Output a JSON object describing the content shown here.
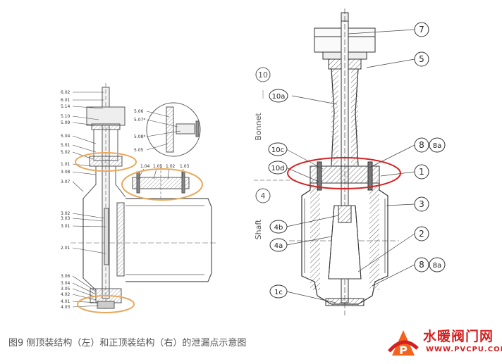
{
  "caption": "图9  侧顶装结构（左）和正顶装结构（右）的泄漏点示意图",
  "logo": {
    "chinese": "水暖阀门网",
    "url_text": "WWW.PVCPU.COM"
  },
  "colors": {
    "highlight": "#e8a85a",
    "leak_ring": "#d62020",
    "line": "#333333",
    "logo": "#d61f1f"
  },
  "left_drawing": {
    "left_labels": [
      "6.02",
      "6.01",
      "5.14",
      "5.10",
      "5.09",
      "5.04",
      "5.01",
      "5.02",
      "1.01",
      "3.08",
      "3.07",
      "3.02",
      "3.03",
      "3.01",
      "2.01",
      "3.06",
      "3.04",
      "3.05",
      "4.02",
      "4.01",
      "4.03"
    ],
    "detail_labels": [
      "5.06",
      "5.07*",
      "5.08*",
      "5.05"
    ],
    "flange_labels": [
      "1.04",
      "1.05",
      "1.02",
      "1.03"
    ]
  },
  "right_drawing": {
    "section_labels": {
      "bonnet": "Bonnet",
      "shaft": "Shaft"
    },
    "section_numbers": {
      "bonnet": "10",
      "shaft": "4"
    },
    "left_callouts": [
      "10a",
      "10c",
      "10d",
      "4b",
      "4a",
      "1c"
    ],
    "right_callouts": [
      "7",
      "5",
      "8",
      "8a",
      "1",
      "3",
      "2",
      "8",
      "8a"
    ]
  }
}
